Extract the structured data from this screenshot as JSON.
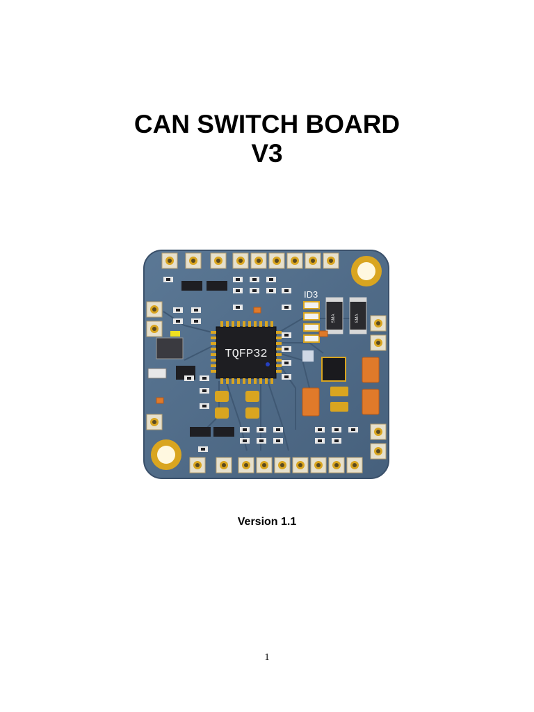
{
  "document": {
    "title_line1": "CAN SWITCH BOARD",
    "title_line2": "V3",
    "version": "Version 1.1",
    "page_number": "1"
  },
  "board": {
    "chip_label": "TQFP32",
    "silkscreen_id": "ID3",
    "diode_label_1": "SMA",
    "diode_label_2": "SMA",
    "colors": {
      "pcb": "#4f6a86",
      "pad": "#d9a520",
      "copper": "#c7962b",
      "orange": "#e07a2a"
    }
  }
}
